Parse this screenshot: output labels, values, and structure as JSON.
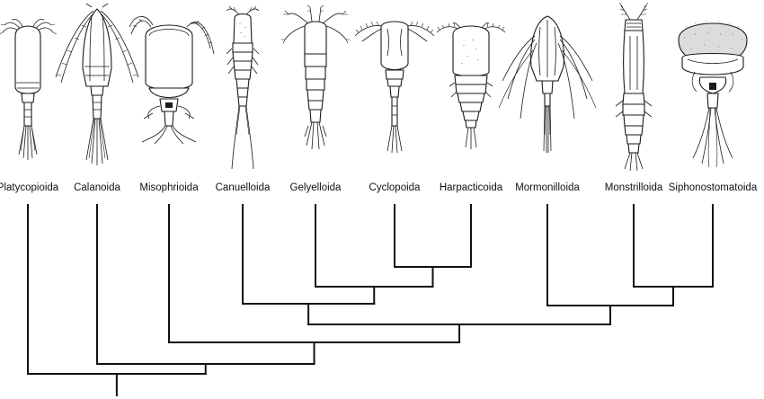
{
  "diagram": {
    "taxa": [
      {
        "id": "platycopioida",
        "label": "Platycopioida"
      },
      {
        "id": "calanoida",
        "label": "Calanoida"
      },
      {
        "id": "misophrioida",
        "label": "Misophrioida"
      },
      {
        "id": "canuelloida",
        "label": "Canuelloida"
      },
      {
        "id": "gelyelloida",
        "label": "Gelyelloida"
      },
      {
        "id": "cyclopoida",
        "label": "Cyclopoida"
      },
      {
        "id": "harpacticoida",
        "label": "Harpacticoida"
      },
      {
        "id": "mormonilloida",
        "label": "Mormonilloida"
      },
      {
        "id": "monstrilloida",
        "label": "Monstrilloida"
      },
      {
        "id": "siphonostomatoida",
        "label": "Siphonostomatoida"
      }
    ],
    "tree": {
      "children": [
        {
          "taxon": "platycopioida"
        },
        {
          "children": [
            {
              "taxon": "calanoida"
            },
            {
              "children": [
                {
                  "taxon": "misophrioida"
                },
                {
                  "children": [
                    {
                      "children": [
                        {
                          "taxon": "canuelloida"
                        },
                        {
                          "children": [
                            {
                              "taxon": "gelyelloida"
                            },
                            {
                              "children": [
                                {
                                  "taxon": "cyclopoida"
                                },
                                {
                                  "taxon": "harpacticoida"
                                }
                              ]
                            }
                          ]
                        }
                      ]
                    },
                    {
                      "children": [
                        {
                          "taxon": "mormonilloida"
                        },
                        {
                          "children": [
                            {
                              "taxon": "monstrilloida"
                            },
                            {
                              "taxon": "siphonostomatoida"
                            }
                          ]
                        }
                      ]
                    }
                  ]
                }
              ]
            }
          ]
        }
      ]
    }
  },
  "colors": {
    "ink": "#111111",
    "background": "#ffffff",
    "stipple": "#dcdcdc"
  }
}
